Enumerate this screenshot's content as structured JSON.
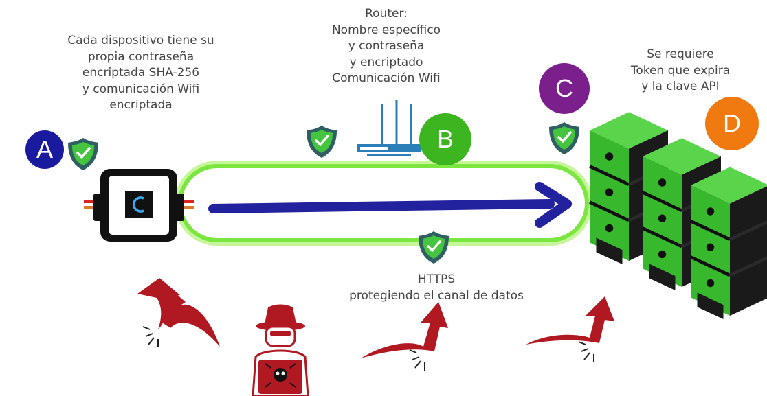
{
  "captions": {
    "device": [
      "Cada dispositivo tiene su",
      "propia contraseña",
      "encriptada SHA-256",
      "y comunicación Wifi",
      "encriptada"
    ],
    "router": [
      "Router:",
      "Nombre específico",
      "y contraseña",
      "y encriptado",
      "Comunicación Wifi"
    ],
    "server": [
      "Se requiere",
      "Token que expira",
      "y la clave API"
    ],
    "channel": [
      "HTTPS",
      "protegiendo el canal de datos"
    ]
  },
  "badges": {
    "a": {
      "label": "A",
      "color": "#1a1a9e"
    },
    "b": {
      "label": "B",
      "color": "#3cb521"
    },
    "c": {
      "label": "C",
      "color": "#7b1f8c"
    },
    "d": {
      "label": "D",
      "color": "#f07a10"
    }
  },
  "colors": {
    "shield": "#2f5f63",
    "shield_check_bg": "#3fc43f",
    "channel_glow": "#7be640",
    "arrow": "#22229e",
    "attack": "#b01822",
    "server_green": "#37b82e",
    "hacker": "#b01822"
  },
  "icons": [
    "shield-icon",
    "router-icon",
    "device-icon",
    "server-icon",
    "hacker-icon",
    "attack-arrow-icon"
  ]
}
